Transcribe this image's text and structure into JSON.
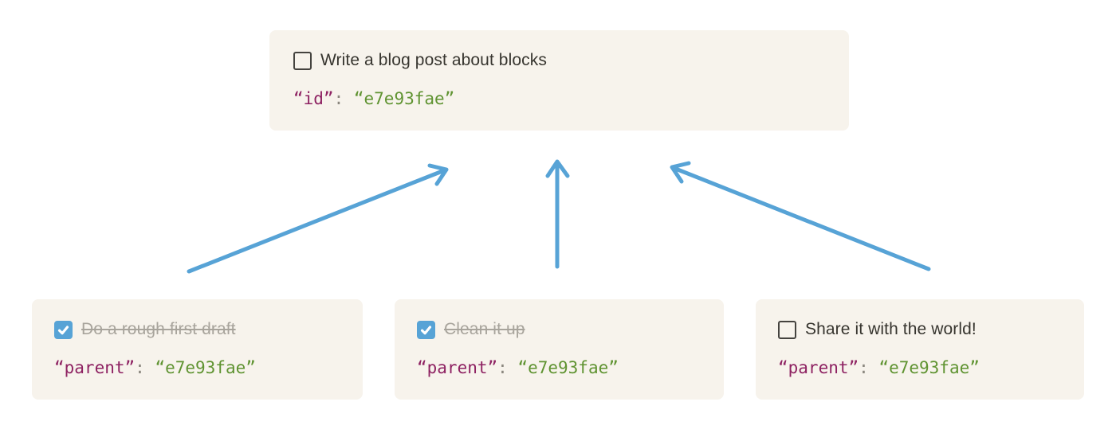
{
  "colors": {
    "page_bg": "#ffffff",
    "card_bg": "#f7f3ec",
    "task_text": "#37352f",
    "completed_text": "#a8a49c",
    "checkbox_border": "#45433f",
    "checkbox_checked_bg": "#57a3d6",
    "checkmark": "#ffffff",
    "code_key": "#8e2262",
    "code_punct": "#8a867e",
    "code_value": "#5f9331",
    "arrow": "#57a3d6"
  },
  "parent_card": {
    "task_label": "Write a blog post about blocks",
    "checked": false,
    "code": {
      "key": "“id”",
      "separator": ": ",
      "value": "“e7e93fae”"
    }
  },
  "child_cards": [
    {
      "task_label": "Do a rough first draft",
      "checked": true,
      "code": {
        "key": "“parent”",
        "separator": ": ",
        "value": "“e7e93fae”"
      }
    },
    {
      "task_label": "Clean it up",
      "checked": true,
      "code": {
        "key": "“parent”",
        "separator": ": ",
        "value": "“e7e93fae”"
      }
    },
    {
      "task_label": "Share it with the world!",
      "checked": false,
      "code": {
        "key": "“parent”",
        "separator": ": ",
        "value": "“e7e93fae”"
      }
    }
  ]
}
